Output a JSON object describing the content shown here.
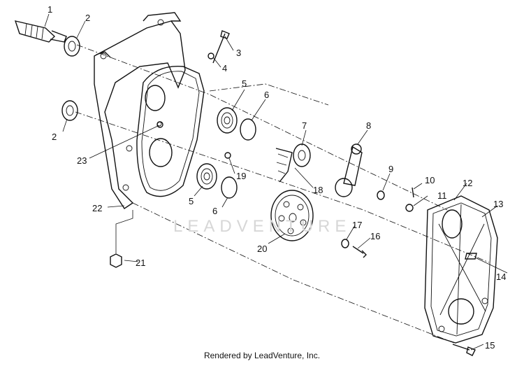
{
  "callouts": {
    "c1": "1",
    "c2a": "2",
    "c2b": "2",
    "c3": "3",
    "c4": "4",
    "c5a": "5",
    "c5b": "5",
    "c6a": "6",
    "c6b": "6",
    "c7": "7",
    "c8": "8",
    "c9": "9",
    "c10": "10",
    "c11": "11",
    "c12": "12",
    "c13": "13",
    "c14": "14",
    "c15": "15",
    "c16": "16",
    "c17": "17",
    "c18": "18",
    "c19": "19",
    "c20": "20",
    "c21": "21",
    "c22": "22",
    "c23": "23"
  },
  "watermark": "LEADVENTURE",
  "footer": "Rendered by LeadVenture, Inc."
}
